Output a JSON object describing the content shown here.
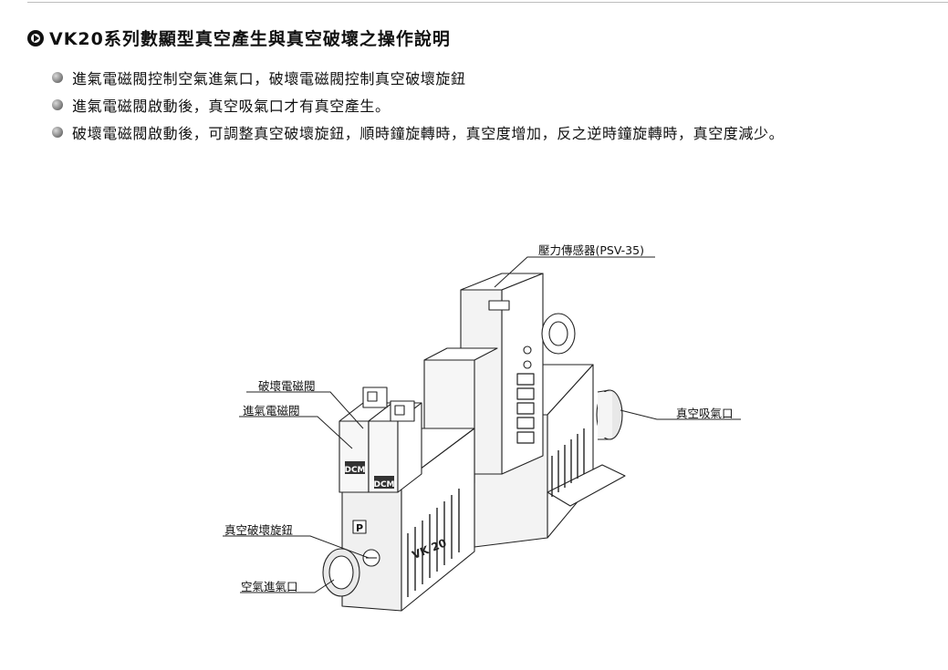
{
  "heading": {
    "title": "VK20系列數顯型真空產生與真空破壞之操作說明"
  },
  "bullets": [
    "進氣電磁閥控制空氣進氣口，破壞電磁閥控制真空破壞旋鈕",
    "進氣電磁閥啟動後，真空吸氣口才有真空產生。",
    "破壞電磁閥啟動後，可調整真空破壞旋鈕，順時鐘旋轉時，真空度增加，反之逆時鐘旋轉時，真空度減少。"
  ],
  "diagram": {
    "labels": {
      "pressure_sensor": "壓力傳感器(PSV-35)",
      "break_valve": "破壞電磁閥",
      "intake_valve": "進氣電磁閥",
      "vacuum_suction_port": "真空吸氣口",
      "vacuum_break_knob": "真空破壞旋鈕",
      "air_inlet": "空氣進氣口"
    },
    "product_marks": {
      "model": "VK 20",
      "valve_mark": "DCM",
      "port_mark": "P"
    }
  }
}
